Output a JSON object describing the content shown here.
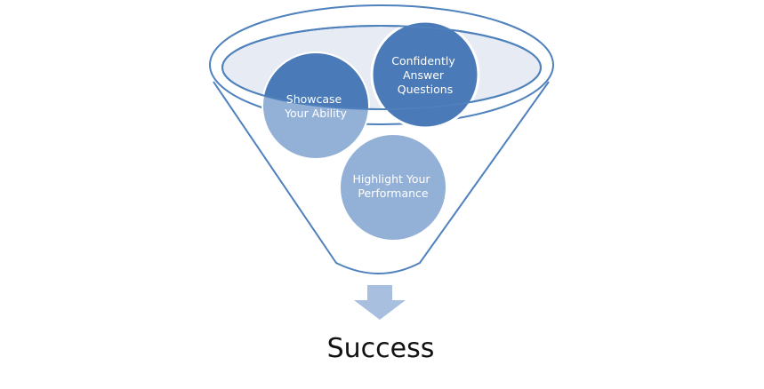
{
  "diagram": {
    "type": "funnel",
    "colors": {
      "outline": "#4f81bd",
      "rim_fill": "#e6ebf4",
      "circle_dark": "#4a7ab8",
      "circle_light": "#93b0d7",
      "arrow": "#a9bfdf",
      "text_light": "#ffffff",
      "text_dark": "#111111"
    },
    "items": [
      {
        "lines": [
          "Showcase",
          "Your Ability"
        ]
      },
      {
        "lines": [
          "Confidently",
          "Answer",
          "Questions"
        ]
      },
      {
        "lines": [
          "Highlight Your",
          "Performance"
        ]
      }
    ],
    "result": {
      "label": "Success",
      "icon": "down-arrow-icon"
    }
  }
}
